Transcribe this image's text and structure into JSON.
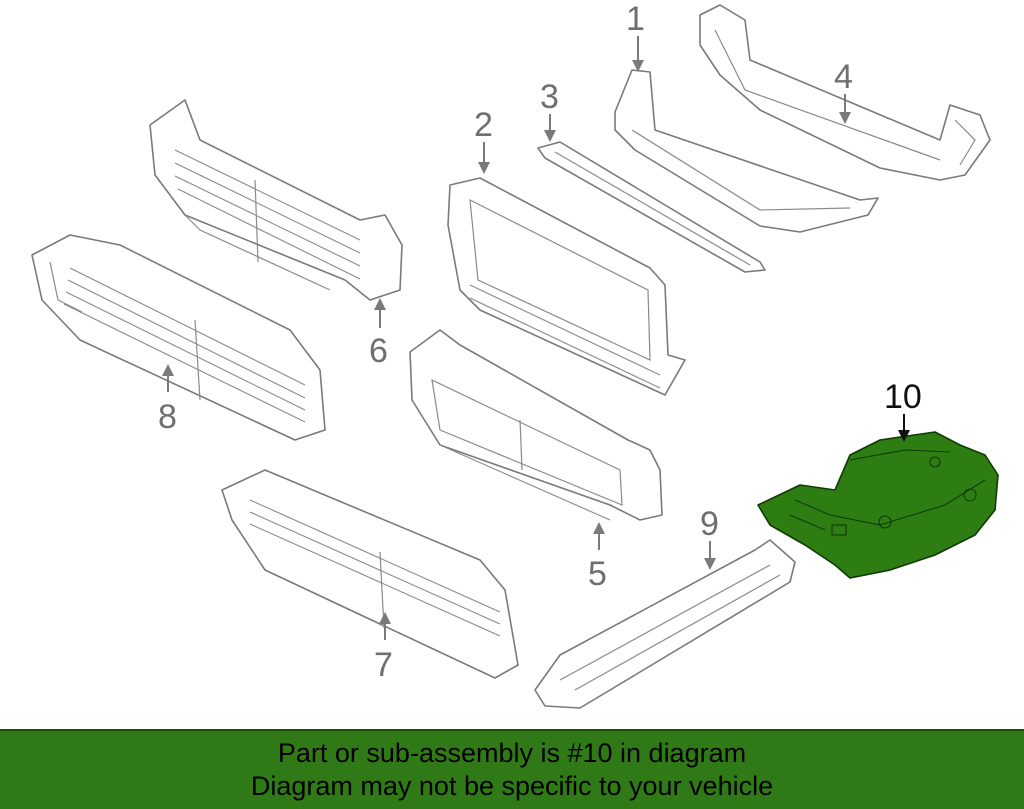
{
  "callouts": {
    "c1": "1",
    "c2": "2",
    "c3": "3",
    "c4": "4",
    "c5": "5",
    "c6": "6",
    "c7": "7",
    "c8": "8",
    "c9": "9",
    "c10": "10"
  },
  "highlighted_part": "10",
  "colors": {
    "highlight": "#2e7d12",
    "banner": "#2f7a17",
    "outline": "#7a7a7a"
  },
  "banner": {
    "line1": "Part or sub-assembly is #10 in diagram",
    "line2": "Diagram may not be specific to your vehicle"
  }
}
